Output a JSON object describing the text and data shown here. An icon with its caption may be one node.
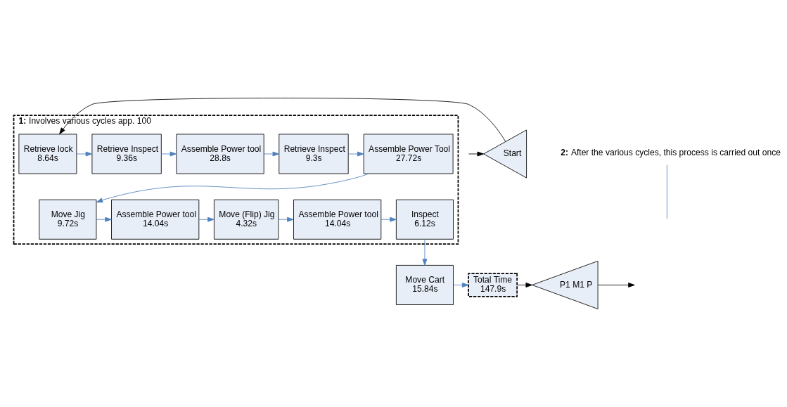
{
  "diagram": {
    "nodes": [
      {
        "text": [
          "**1:** Involves various cycles app. 100"
        ]
      },
      {
        "text": [
          "Start"
        ]
      },
      {
        "text": [
          "Retrieve lock",
          "8.64s"
        ],
        "in": 0
      },
      {
        "text": [
          "Retrieve Inspect",
          "9.36s"
        ],
        "in": 0
      },
      {
        "text": [
          "Assemble Power tool",
          "28.8s"
        ],
        "in": 0
      },
      {
        "text": [
          "Retrieve Inspect",
          "9.3s"
        ],
        "in": 0
      },
      {
        "text": [
          "Assemble Power Tool",
          "27.72s"
        ],
        "in": 0
      },
      {
        "text": [
          "Move Jig",
          "9.72s"
        ],
        "in": 0
      },
      {
        "text": [
          "Assemble Power tool",
          "14.04s"
        ],
        "in": 0
      },
      {
        "text": [
          "Move (Flip) Jig",
          "4.32s"
        ],
        "in": 0
      },
      {
        "text": [
          "Assemble Power tool",
          "14.04s"
        ],
        "in": 0
      },
      {
        "text": [
          "Inspect",
          "6.12s"
        ],
        "in": 0
      },
      {
        "text": [
          "Move Cart",
          "15.84s"
        ]
      },
      {
        "text": [
          "Total Time",
          "147.9s"
        ]
      },
      {
        "text": [
          "P1 M1 P"
        ]
      },
      {
        "text": [
          "**2:** After the various cycles, this process is carried out once"
        ]
      }
    ],
    "edges": [
      {
        "from": null,
        "to": 1,
        "arrow": "to",
        "color": "#000000"
      },
      {
        "from": 1,
        "to": 2,
        "arrow": "to",
        "color": "#000000"
      },
      {
        "from": 2,
        "to": 3,
        "arrow": "to"
      },
      {
        "from": 3,
        "to": 4,
        "arrow": "to"
      },
      {
        "from": 4,
        "to": 5,
        "arrow": "to"
      },
      {
        "from": 5,
        "to": 6,
        "arrow": "to"
      },
      {
        "from": 6,
        "to": 7,
        "arrow": "to"
      },
      {
        "from": 7,
        "to": 8,
        "arrow": "to"
      },
      {
        "from": 8,
        "to": 9,
        "arrow": "to"
      },
      {
        "from": 9,
        "to": 10,
        "arrow": "to"
      },
      {
        "from": 10,
        "to": 11,
        "arrow": "to"
      },
      {
        "from": 11,
        "to": 12,
        "arrow": "to"
      },
      {
        "from": 12,
        "to": 13,
        "arrow": "to"
      },
      {
        "from": 13,
        "to": 14,
        "arrow": "to",
        "color": "#000000"
      },
      {
        "from": 14,
        "to": null,
        "arrow": "to",
        "color": "#000000"
      },
      {
        "from": 15,
        "to": null,
        "arrow": "none"
      }
    ]
  }
}
